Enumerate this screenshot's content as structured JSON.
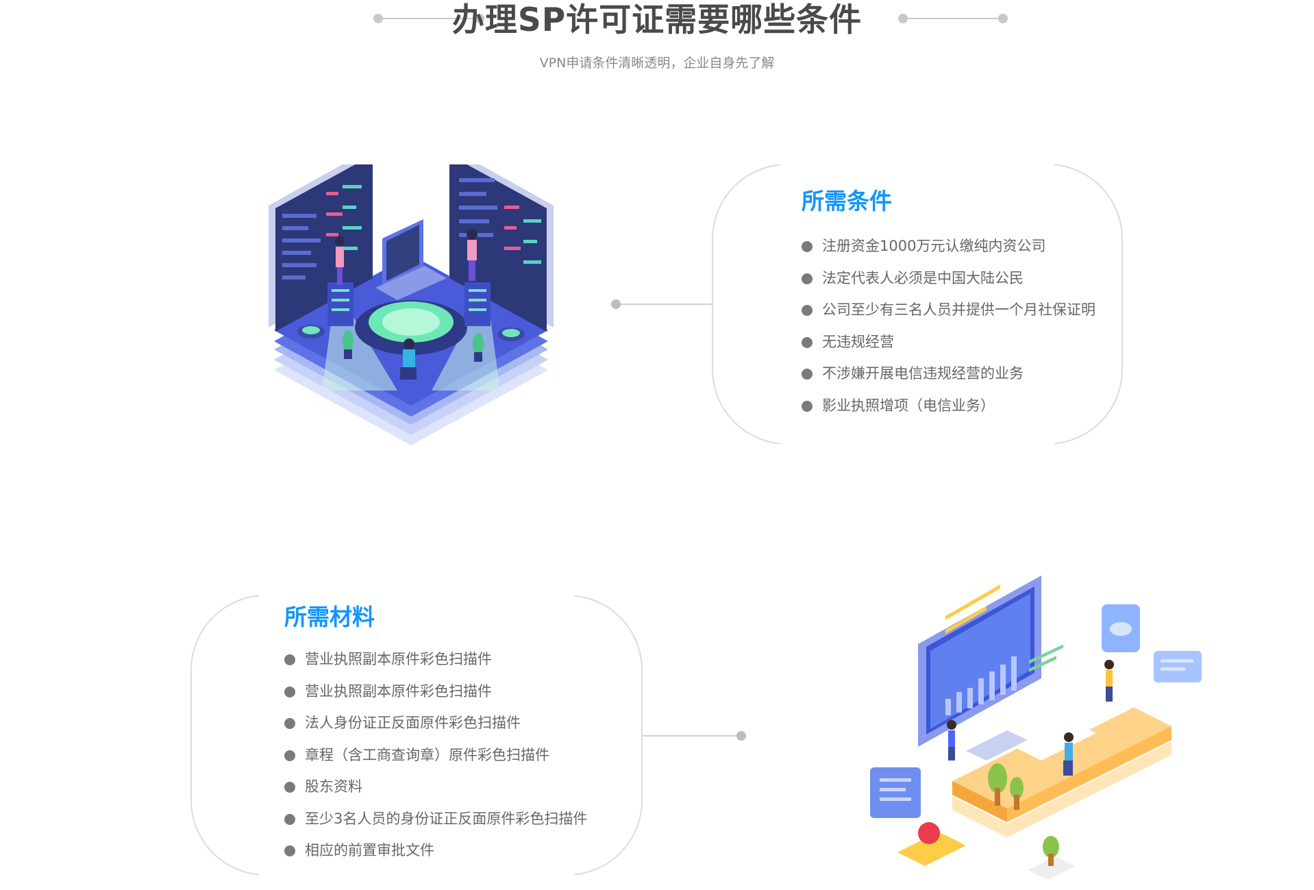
{
  "header": {
    "title": "办理SP许可证需要哪些条件",
    "subtitle": "VPN申请条件清晰透明，企业自身先了解"
  },
  "conditions": {
    "heading": "所需条件",
    "items": [
      "注册资金1000万元认缴纯内资公司",
      "法定代表人必须是中国大陆公民",
      "公司至少有三名人员并提供一个月社保证明",
      "无违规经营",
      "不涉嫌开展电信违规经营的业务",
      "影业执照增项（电信业务）"
    ]
  },
  "materials": {
    "heading": "所需材料",
    "items": [
      "营业执照副本原件彩色扫描件",
      "营业执照副本原件彩色扫描件",
      "法人身份证正反面原件彩色扫描件",
      "章程（含工商查询章）原件彩色扫描件",
      "股东资料",
      "至少3名人员的身份证正反面原件彩色扫描件",
      "相应的前置审批文件"
    ]
  },
  "illustrations": {
    "server_room": "isometric-server-room-illustration",
    "analytics": "isometric-analytics-dashboard-illustration"
  },
  "colors": {
    "accent": "#1296ff",
    "title": "#4a4a4a",
    "text": "#666666",
    "bullet": "#7a7a7a",
    "frame": "#dcdcdc"
  }
}
